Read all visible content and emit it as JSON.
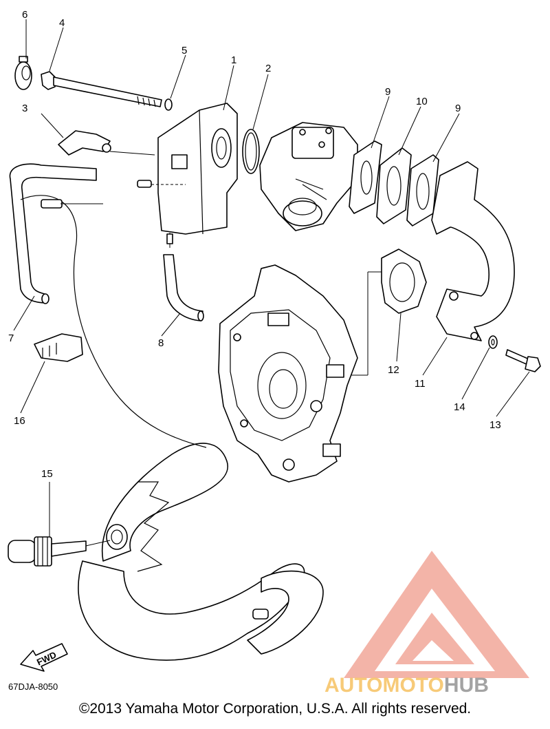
{
  "callouts": [
    "1",
    "2",
    "3",
    "4",
    "5",
    "6",
    "7",
    "8",
    "9",
    "10",
    "9",
    "11",
    "12",
    "14",
    "13",
    "16",
    "15"
  ],
  "drawing_code": "67DJA-8050",
  "fwd_label": "FWD",
  "copyright": "©2013 Yamaha Motor Corporation, U.S.A. All rights reserved.",
  "watermark": {
    "text_part1": "AUTOMOTO",
    "text_part2": "HUB",
    "color_primary": "#f2a79a",
    "color_secondary": "#f7c56a",
    "color_tertiary": "#9a9a9a"
  }
}
